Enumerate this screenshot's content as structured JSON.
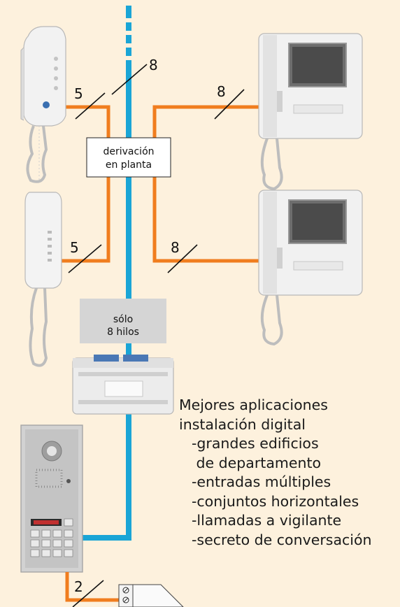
{
  "colors": {
    "background": "#fdf1dd",
    "bus_line": "#1aa5d6",
    "riser_wire": "#f07d1e",
    "grey_box": "#d5d5d5",
    "device_body": "#eeeeee"
  },
  "wire_counts": {
    "riser": "8",
    "handset_top": "5",
    "handset_bottom": "5",
    "monitor_top": "8",
    "monitor_bottom": "8",
    "door_panel": "2"
  },
  "labels": {
    "floor_branch_line1": "derivación",
    "floor_branch_line2": "en planta",
    "only_8_wires_line1": "sólo",
    "only_8_wires_line2": "8 hilos"
  },
  "description": {
    "title_line1": "Mejores aplicaciones",
    "title_line2": "instalación digital",
    "items": [
      "-grandes edificios",
      " de departamento",
      "-entradas múltiples",
      "-conjuntos horizontales",
      "-llamadas a vigilante",
      "-secreto de conversación"
    ]
  },
  "icons": {
    "handset_top": "intercom-handset-icon",
    "handset_bottom": "intercom-handset-slim-icon",
    "monitor_top": "video-monitor-icon",
    "monitor_bottom": "video-monitor-icon",
    "controller": "digital-controller-icon",
    "door_panel": "door-entry-panel-icon",
    "lock": "electric-lock-icon"
  }
}
